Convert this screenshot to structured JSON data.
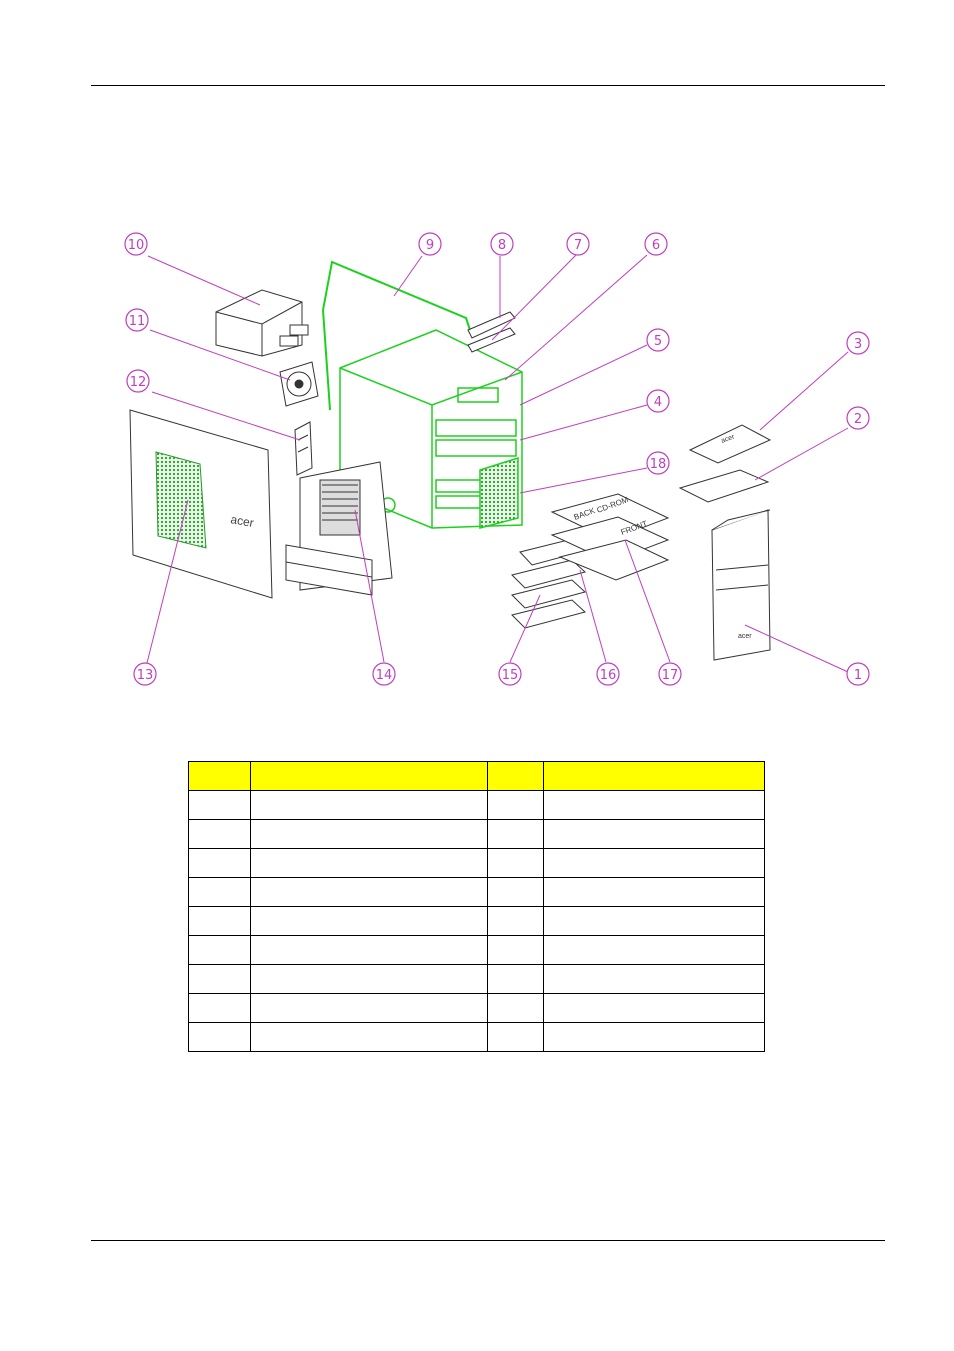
{
  "callouts": [
    "1",
    "2",
    "3",
    "4",
    "5",
    "6",
    "7",
    "8",
    "9",
    "10",
    "11",
    "12",
    "13",
    "14",
    "15",
    "16",
    "17",
    "18"
  ],
  "logo_text": "acer",
  "drive_labels": [
    "BACK",
    "CD-ROM",
    "FRONT"
  ],
  "colors": {
    "callout": "#c03ec0",
    "chassis": "#1ed01e",
    "table_header": "#ffff00",
    "grille": "#2a9a2a"
  },
  "table": {
    "header": [
      "",
      "",
      "",
      ""
    ],
    "rows": [
      [
        "",
        "",
        "",
        ""
      ],
      [
        "",
        "",
        "",
        ""
      ],
      [
        "",
        "",
        "",
        ""
      ],
      [
        "",
        "",
        "",
        ""
      ],
      [
        "",
        "",
        "",
        ""
      ],
      [
        "",
        "",
        "",
        ""
      ],
      [
        "",
        "",
        "",
        ""
      ],
      [
        "",
        "",
        "",
        ""
      ],
      [
        "",
        "",
        "",
        ""
      ]
    ]
  }
}
